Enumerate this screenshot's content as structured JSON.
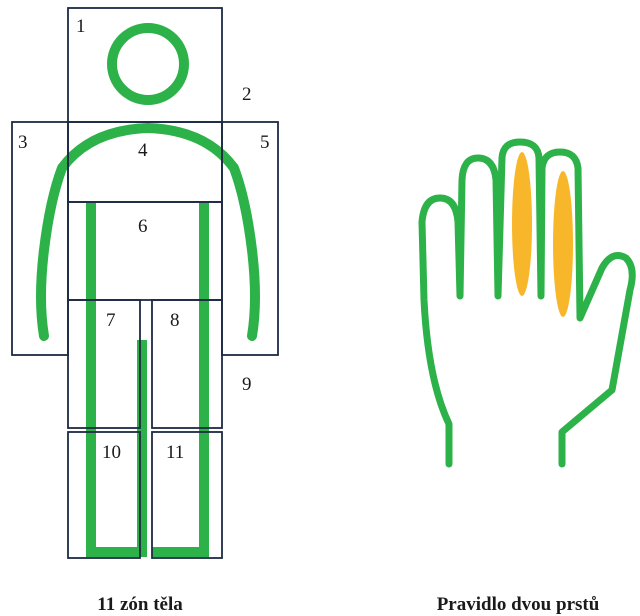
{
  "colors": {
    "body_outline": "#2db24a",
    "zone_box": "#1c2a44",
    "finger_highlight": "#f8b72a",
    "text": "#1a1a1a"
  },
  "body_diagram": {
    "zone_labels": [
      "1",
      "2",
      "3",
      "4",
      "5",
      "6",
      "7",
      "8",
      "9",
      "10",
      "11"
    ],
    "caption": "11 zón těla"
  },
  "hand_diagram": {
    "icon": "hand-icon",
    "caption": "Pravidlo dvou prstů"
  }
}
